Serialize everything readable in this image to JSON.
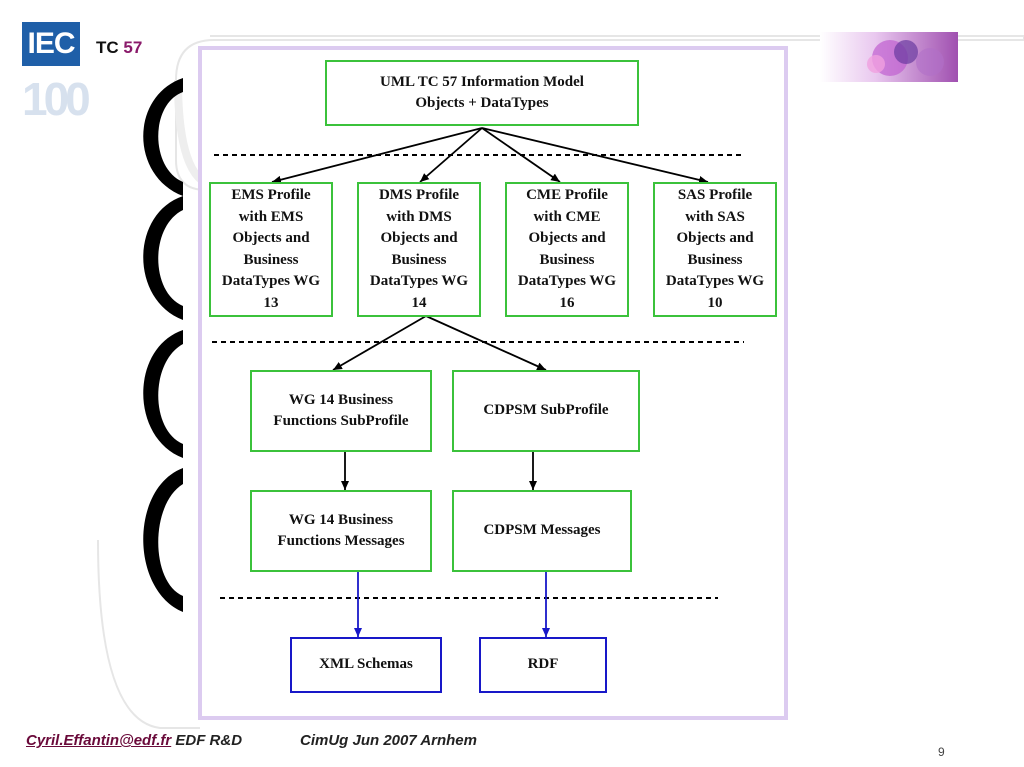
{
  "header": {
    "logo_text": "IEC",
    "logo_number": "100",
    "title_prefix": "TC",
    "title_number": "57"
  },
  "diagram": {
    "root": "UML TC 57 Information Model Objects + DataTypes",
    "profiles": [
      "EMS Profile with EMS Objects and Business DataTypes WG 13",
      "DMS Profile with DMS Objects and Business DataTypes WG 14",
      "CME Profile with CME Objects and Business DataTypes WG 16",
      "SAS Profile with SAS Objects and Business DataTypes WG 10"
    ],
    "subprofiles": [
      "WG 14 Business Functions SubProfile",
      "CDPSM SubProfile"
    ],
    "messages": [
      "WG 14 Business Functions Messages",
      "CDPSM Messages"
    ],
    "formats": [
      "XML Schemas",
      "RDF"
    ]
  },
  "footer": {
    "email": "Cyril.Effantin@edf.fr",
    "org": "EDF R&D",
    "event": "CimUg Jun 2007 Arnhem",
    "page": "9"
  },
  "colors": {
    "logo_blue": "#1f5fa8",
    "title_number": "#8a1a6a",
    "frame": "#dccbf0",
    "box_green": "#3bc23b",
    "box_blue": "#1818c8"
  }
}
